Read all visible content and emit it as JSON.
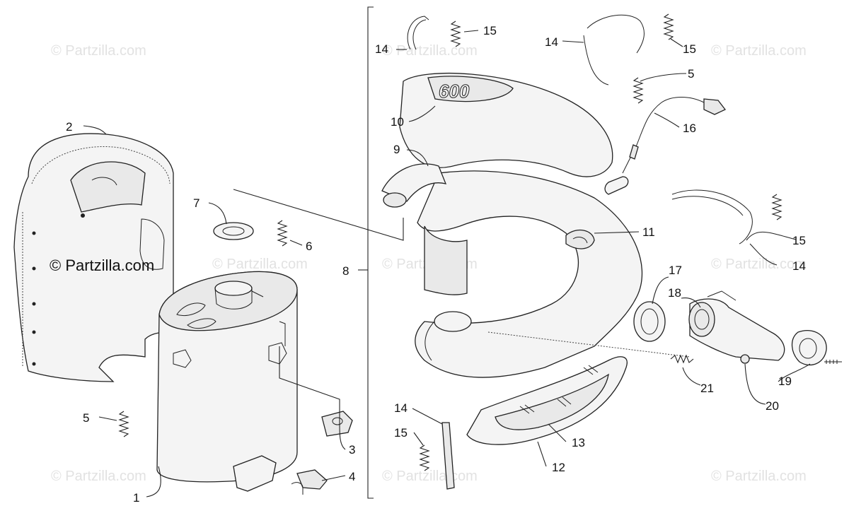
{
  "watermarks": [
    "© Partzilla.com",
    "© Partzilla.com",
    "© Partzilla.com",
    "© Partzilla.com",
    "© Partzilla.com",
    "© Partzilla.com",
    "© Partzilla.com",
    "© Partzilla.com",
    "© Partzilla.com"
  ],
  "brand_label": "© Partzilla.com",
  "engraving": "600",
  "callouts": {
    "c1": "1",
    "c2": "2",
    "c3": "3",
    "c4": "4",
    "c5a": "5",
    "c5b": "5",
    "c6": "6",
    "c7": "7",
    "c8": "8",
    "c9": "9",
    "c10": "10",
    "c11": "11",
    "c12": "12",
    "c13": "13",
    "c14a": "14",
    "c14b": "14",
    "c14c": "14",
    "c14d": "14",
    "c15a": "15",
    "c15b": "15",
    "c15c": "15",
    "c15d": "15",
    "c16": "16",
    "c17": "17",
    "c18": "18",
    "c19": "19",
    "c20": "20",
    "c21": "21"
  }
}
